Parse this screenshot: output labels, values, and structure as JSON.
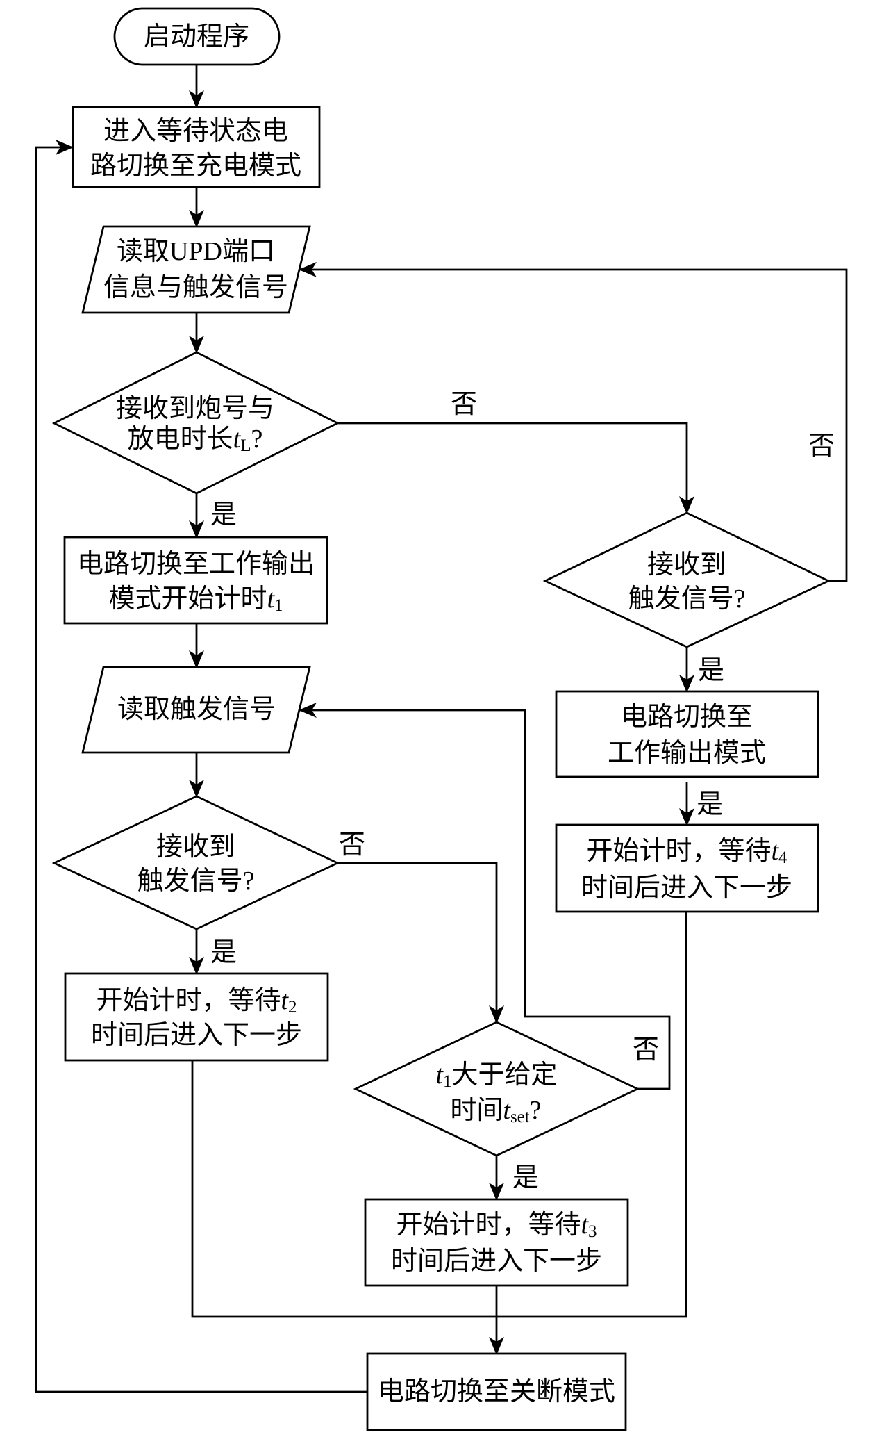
{
  "diagram": {
    "kind": "flowchart",
    "line_color": "#000000",
    "fill_color": "#ffffff"
  },
  "nodes": {
    "start": {
      "shape": "terminal",
      "lines": [
        {
          "text": "启动程序"
        }
      ]
    },
    "wait_charge": {
      "shape": "process",
      "lines": [
        {
          "text": "进入等待状态电"
        },
        {
          "text": "路切换至充电模式"
        }
      ]
    },
    "read_upd": {
      "shape": "input-output",
      "lines": [
        {
          "text": "读取UPD端口"
        },
        {
          "text": "信息与触发信号"
        }
      ]
    },
    "check_shot": {
      "shape": "decision",
      "lines": [
        {
          "text": "接收到炮号与"
        },
        {
          "prefix": "放电时长",
          "var": "t",
          "sub": "L",
          "suffix": "?"
        }
      ]
    },
    "switch_output_timer": {
      "shape": "process",
      "lines": [
        {
          "text": "电路切换至工作输出"
        },
        {
          "prefix": "模式开始计时",
          "var": "t",
          "sub": "1",
          "suffix": ""
        }
      ]
    },
    "read_trigger": {
      "shape": "input-output",
      "lines": [
        {
          "text": "读取触发信号"
        }
      ]
    },
    "check_trigger_left": {
      "shape": "decision",
      "lines": [
        {
          "text": "接收到"
        },
        {
          "text": "触发信号?"
        }
      ]
    },
    "wait_t2": {
      "shape": "process",
      "lines": [
        {
          "prefix": "开始计时，等待",
          "var": "t",
          "sub": "2",
          "suffix": ""
        },
        {
          "text": "时间后进入下一步"
        }
      ]
    },
    "check_tset": {
      "shape": "decision",
      "lines": [
        {
          "prefix": "",
          "var": "t",
          "sub": "1",
          "suffix": "大于给定"
        },
        {
          "prefix": "时间",
          "var": "t",
          "sub": "set",
          "suffix": "?"
        }
      ]
    },
    "wait_t3": {
      "shape": "process",
      "lines": [
        {
          "prefix": "开始计时，等待",
          "var": "t",
          "sub": "3",
          "suffix": ""
        },
        {
          "text": "时间后进入下一步"
        }
      ]
    },
    "shutdown": {
      "shape": "process",
      "lines": [
        {
          "text": "电路切换至关断模式"
        }
      ]
    },
    "check_trigger_right": {
      "shape": "decision",
      "lines": [
        {
          "text": "接收到"
        },
        {
          "text": "触发信号?"
        }
      ]
    },
    "switch_output": {
      "shape": "process",
      "lines": [
        {
          "text": "电路切换至"
        },
        {
          "text": "工作输出模式"
        }
      ]
    },
    "wait_t4": {
      "shape": "process",
      "lines": [
        {
          "prefix": "开始计时，等待",
          "var": "t",
          "sub": "4",
          "suffix": ""
        },
        {
          "text": "时间后进入下一步"
        }
      ]
    }
  },
  "edges": [
    {
      "from": "start",
      "to": "wait_charge"
    },
    {
      "from": "wait_charge",
      "to": "read_upd"
    },
    {
      "from": "read_upd",
      "to": "check_shot"
    },
    {
      "from": "check_shot",
      "to": "switch_output_timer",
      "label": "是"
    },
    {
      "from": "check_shot",
      "to": "check_trigger_right",
      "label": "否"
    },
    {
      "from": "check_trigger_right",
      "to": "read_upd",
      "label": "否"
    },
    {
      "from": "check_trigger_right",
      "to": "switch_output",
      "label": "是"
    },
    {
      "from": "switch_output",
      "to": "wait_t4",
      "label": "是"
    },
    {
      "from": "switch_output_timer",
      "to": "read_trigger"
    },
    {
      "from": "read_trigger",
      "to": "check_trigger_left"
    },
    {
      "from": "check_trigger_left",
      "to": "wait_t2",
      "label": "是"
    },
    {
      "from": "check_trigger_left",
      "to": "check_tset",
      "label": "否"
    },
    {
      "from": "check_tset",
      "to": "read_trigger",
      "label": "否"
    },
    {
      "from": "check_tset",
      "to": "wait_t3",
      "label": "是"
    },
    {
      "from": "wait_t2",
      "to": "shutdown"
    },
    {
      "from": "wait_t3",
      "to": "shutdown"
    },
    {
      "from": "wait_t4",
      "to": "shutdown"
    },
    {
      "from": "shutdown",
      "to": "wait_charge"
    }
  ]
}
